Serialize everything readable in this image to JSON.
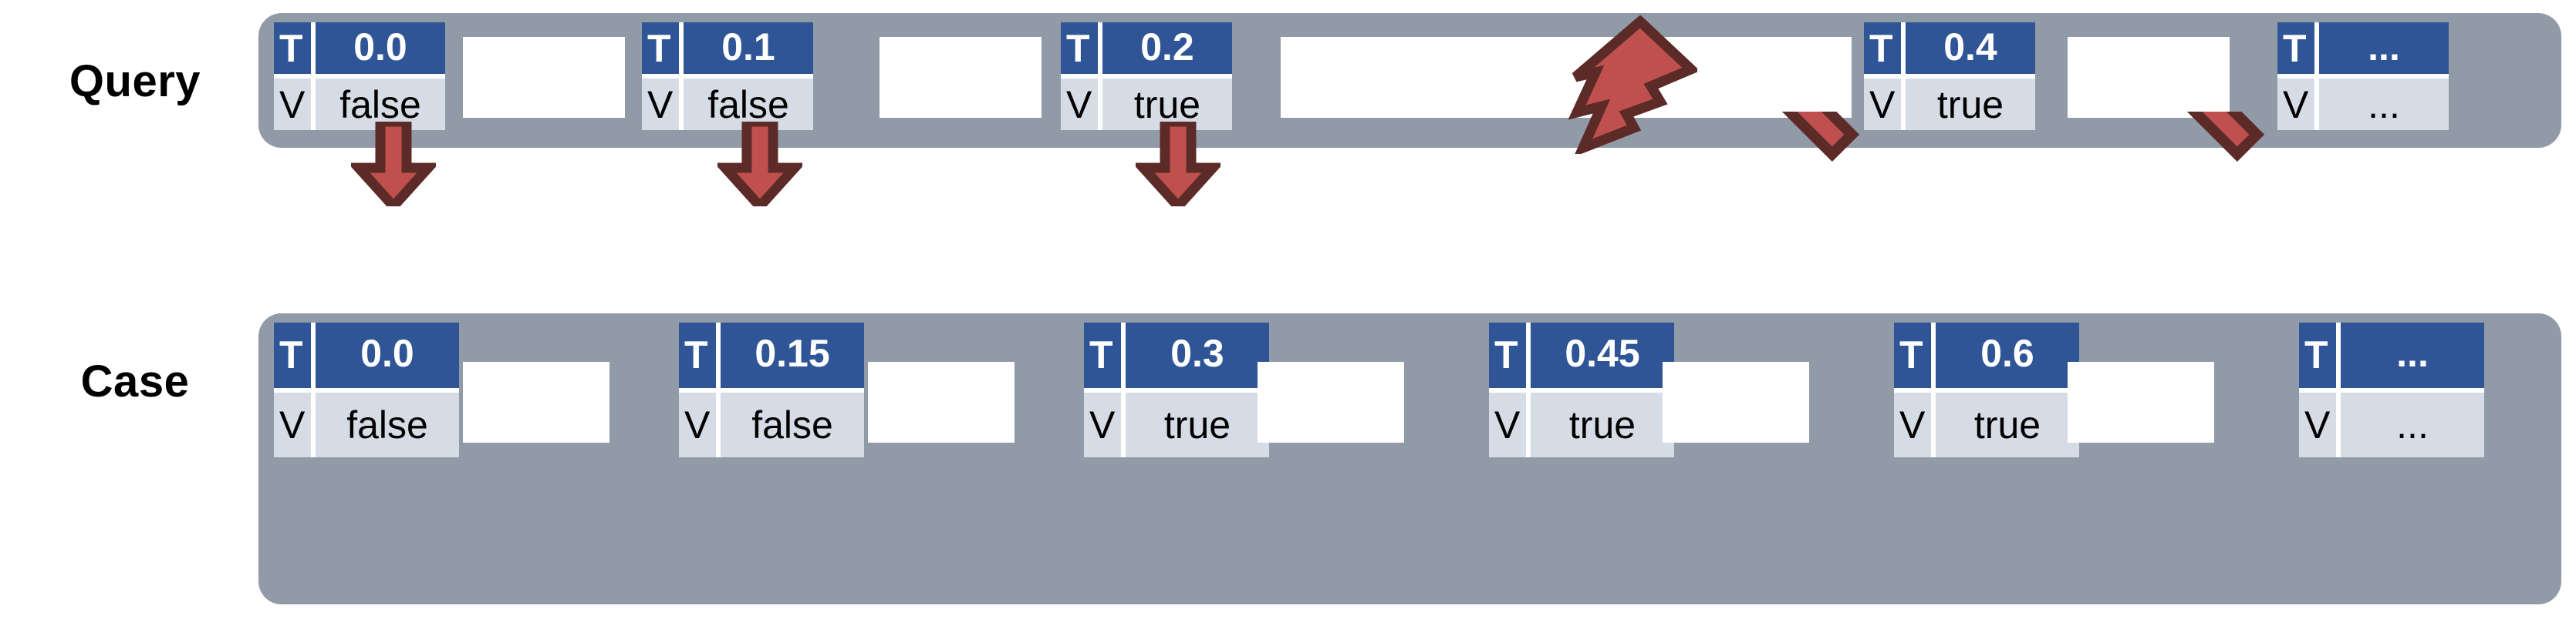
{
  "diagram": {
    "title": "Query vs Case timed event sequence alignment",
    "colors": {
      "band_gray": "#919BA8",
      "time_blue": "#2F5597",
      "value_gray": "#D6DCE5",
      "arrow_white": "#FFFFFF",
      "red_fill": "#C0504D",
      "red_outline": "#5C2B28",
      "text_black": "#000000",
      "background": "#FFFFFF"
    },
    "keys": {
      "time_key": "T",
      "value_key": "V"
    },
    "rows": [
      {
        "id": "query",
        "label": "Query",
        "cells": [
          {
            "time": "0.0",
            "value": "false"
          },
          {
            "time": "0.1",
            "value": "false"
          },
          {
            "time": "0.2",
            "value": "true"
          },
          {
            "time": "0.4",
            "value": "true"
          },
          {
            "time": "...",
            "value": "..."
          }
        ]
      },
      {
        "id": "case",
        "label": "Case",
        "cells": [
          {
            "time": "0.0",
            "value": "false"
          },
          {
            "time": "0.15",
            "value": "false"
          },
          {
            "time": "0.3",
            "value": "true"
          },
          {
            "time": "0.45",
            "value": "true"
          },
          {
            "time": "0.6",
            "value": "true"
          },
          {
            "time": "...",
            "value": "..."
          }
        ]
      }
    ],
    "annotations": {
      "lightning_bolt": "lightning-bolt-icon",
      "gap_arrow_note": "long white arrow spanning the skipped query interval"
    },
    "mappings": [
      {
        "from": "query.0",
        "to": "case.0",
        "kind": "vertical"
      },
      {
        "from": "query.1",
        "to": "case.1",
        "kind": "vertical"
      },
      {
        "from": "query.2",
        "to": "case.2",
        "kind": "vertical"
      },
      {
        "from": "query.3",
        "to": "case.3",
        "kind": "diagonal"
      },
      {
        "from": "query.4",
        "to": "case.4",
        "kind": "diagonal"
      }
    ]
  }
}
